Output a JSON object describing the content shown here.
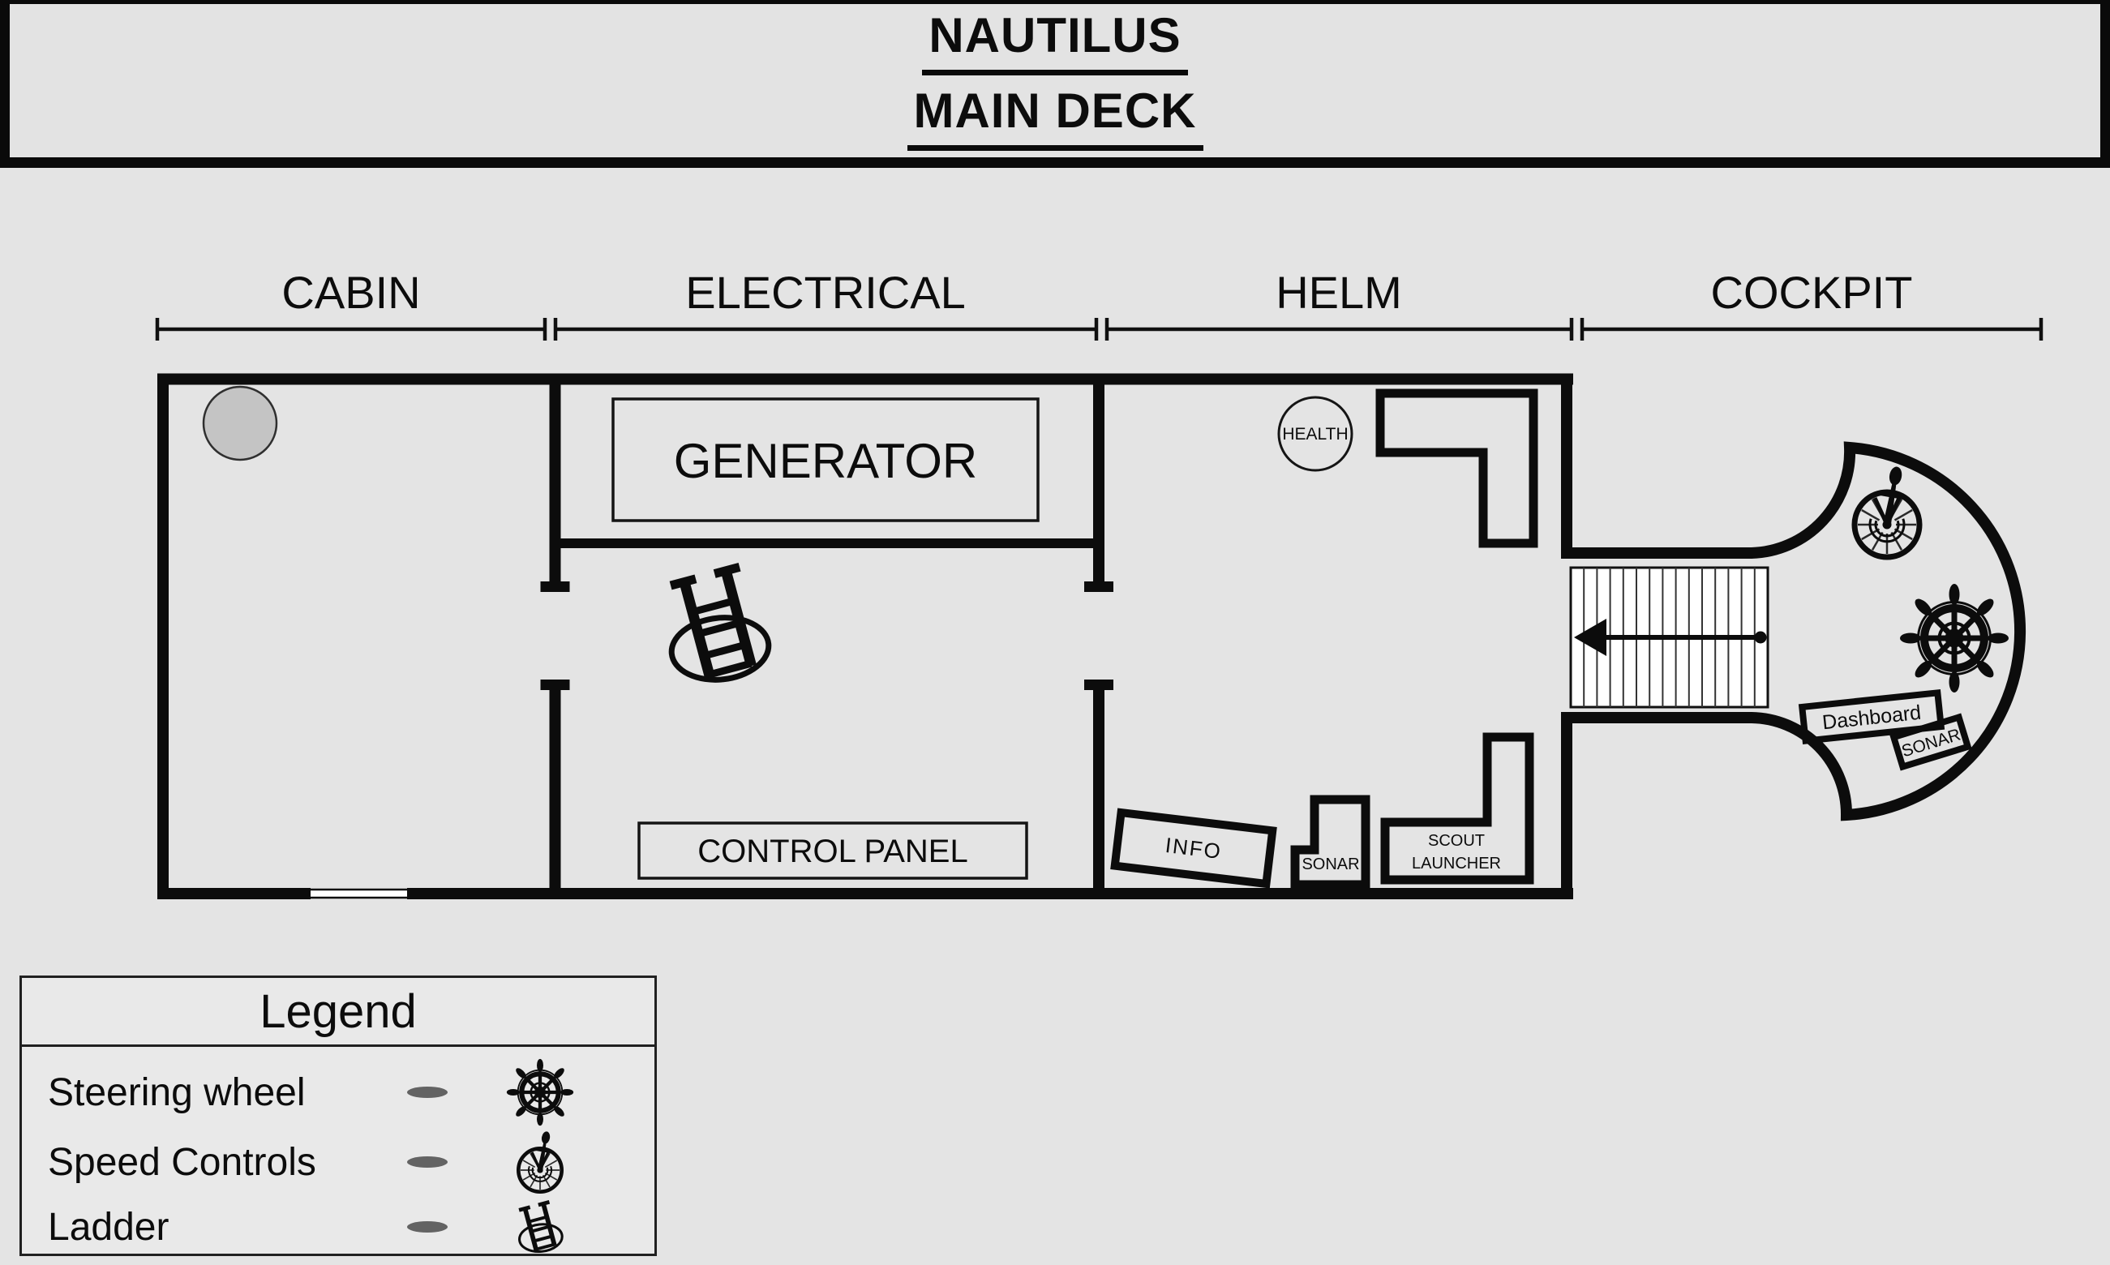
{
  "colors": {
    "page_bg": "#e4e4e4",
    "ink": "#0c0c0c",
    "cabin_circle_fill": "#c4c4c4",
    "stairs_fill": "#ffffff",
    "legend_bg": "#e9e9e9",
    "legend_dash": "#636363"
  },
  "header": {
    "title_line1": "NAUTILUS",
    "title_line2": "MAIN DECK"
  },
  "sections": [
    {
      "label": "CABIN"
    },
    {
      "label": "ELECTRICAL"
    },
    {
      "label": "HELM"
    },
    {
      "label": "COCKPIT"
    }
  ],
  "rooms": {
    "generator_label": "GENERATOR",
    "control_panel_label": "CONTROL PANEL",
    "health_label": "HEALTH",
    "info_label": "INFO",
    "helm_sonar_label": "SONAR",
    "scout_launcher_line1": "SCOUT",
    "scout_launcher_line2": "LAUNCHER",
    "dashboard_label": "Dashboard",
    "cockpit_sonar_label": "SONAR"
  },
  "legend": {
    "title": "Legend",
    "items": [
      {
        "label": "Steering wheel",
        "icon": "steering-wheel-icon"
      },
      {
        "label": "Speed Controls",
        "icon": "speed-controls-icon"
      },
      {
        "label": "Ladder",
        "icon": "ladder-icon"
      }
    ]
  }
}
